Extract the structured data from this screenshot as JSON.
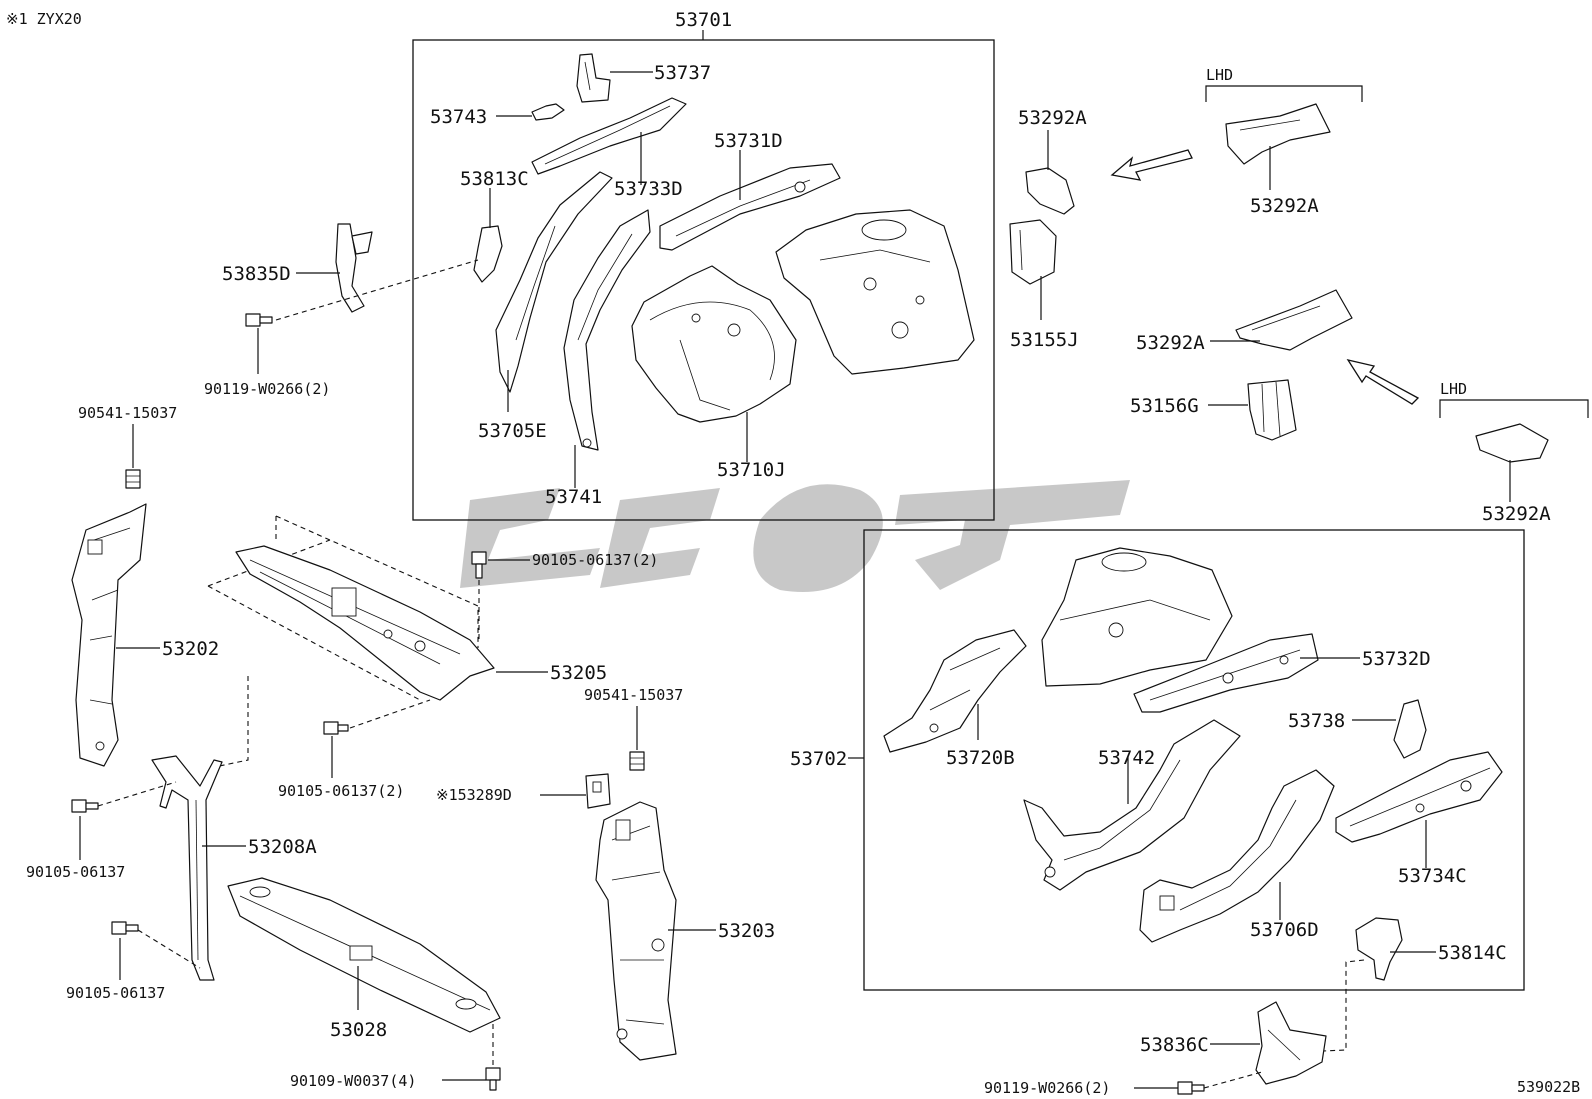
{
  "header": {
    "note": "※1 ZYX20"
  },
  "footer": {
    "diagram_code": "539022B"
  },
  "groups": {
    "upper": {
      "label": "53701"
    },
    "lower": {
      "label": "53702"
    },
    "lhd_a": {
      "label": "LHD"
    },
    "lhd_b": {
      "label": "LHD"
    }
  },
  "labels": {
    "p53737": "53737",
    "p53743": "53743",
    "p53731D": "53731D",
    "p53813C": "53813C",
    "p53733D": "53733D",
    "p53835D": "53835D",
    "f90119a": "90119-W0266(2)",
    "p53705E": "53705E",
    "p53710J": "53710J",
    "p53741": "53741",
    "p53292A_1": "53292A",
    "p53292A_2": "53292A",
    "p53292A_3": "53292A",
    "p53292A_4": "53292A",
    "p53155J": "53155J",
    "p53156G": "53156G",
    "f90541a": "90541-15037",
    "p53202": "53202",
    "f90105a": "90105-06137(2)",
    "p53205": "53205",
    "f90541b": "90541-15037",
    "f90105b": "90105-06137(2)",
    "p53289D": "※153289D",
    "f90105c": "90105-06137",
    "p53208A": "53208A",
    "f90105d": "90105-06137",
    "p53028": "53028",
    "p53203": "53203",
    "f90109": "90109-W0037(4)",
    "p53732D": "53732D",
    "p53738": "53738",
    "p53720B": "53720B",
    "p53742": "53742",
    "p53734C": "53734C",
    "p53706D": "53706D",
    "p53814C": "53814C",
    "p53836C": "53836C",
    "f90119b": "90119-W0266(2)"
  }
}
